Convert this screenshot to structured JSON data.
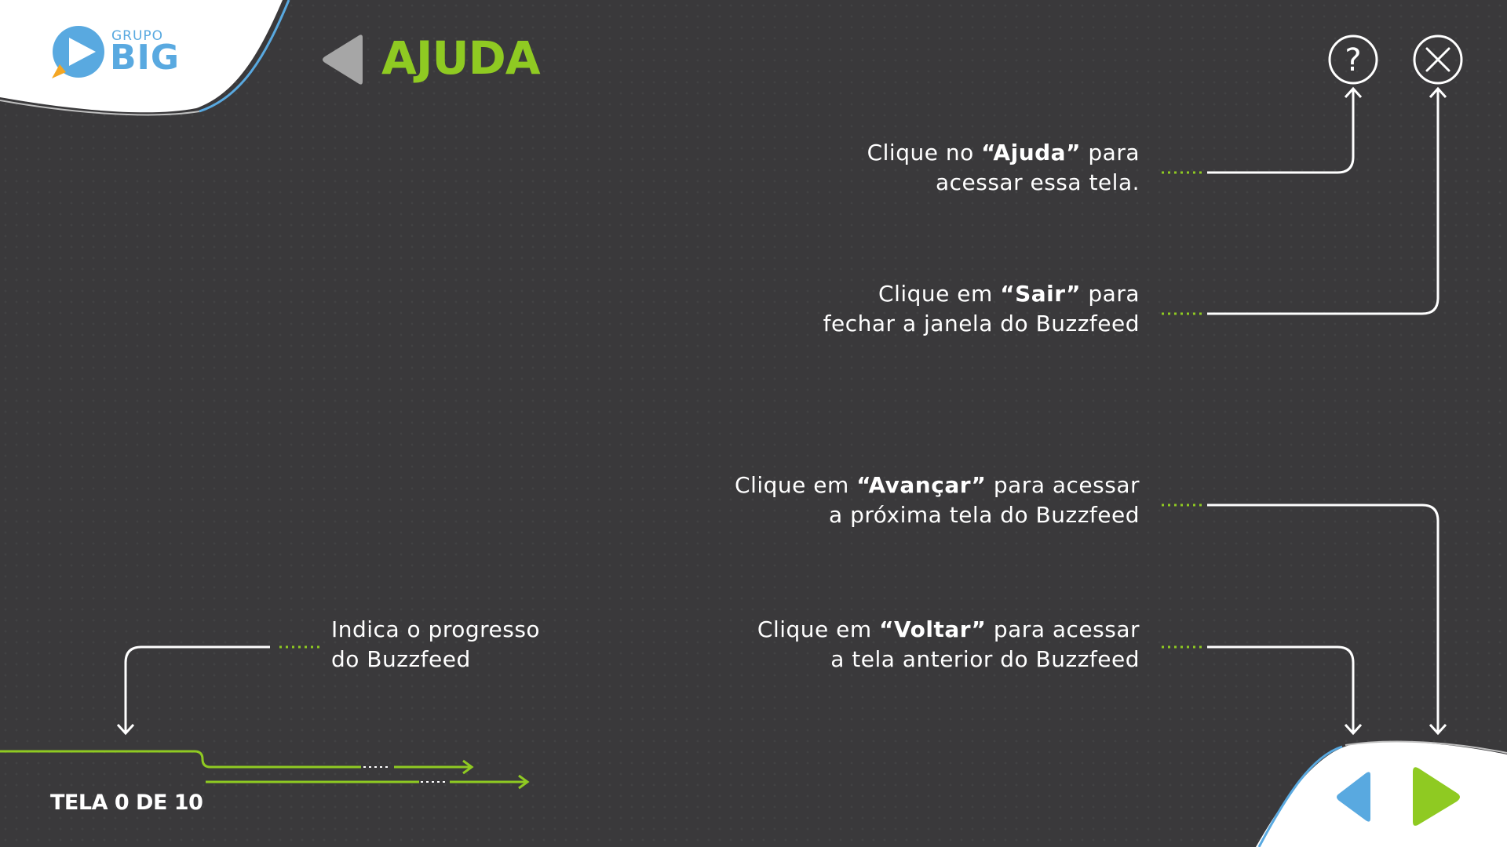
{
  "header": {
    "title": "AJUDA",
    "logo": {
      "top_text": "GRUPO",
      "main_text": "BIG"
    }
  },
  "toolbar": {
    "help_icon": "question-circle-icon",
    "close_icon": "close-circle-icon"
  },
  "callouts": {
    "help": {
      "line1_pre": "Clique no ",
      "line1_bold": "“Ajuda”",
      "line1_post": " para",
      "line2": "acessar essa tela."
    },
    "exit": {
      "line1_pre": "Clique em ",
      "line1_bold": "“Sair”",
      "line1_post": " para",
      "line2": "fechar a janela do Buzzfeed"
    },
    "next": {
      "line1_pre": "Clique em ",
      "line1_bold": "“Avançar”",
      "line1_post": " para acessar",
      "line2": "a próxima tela do Buzzfeed"
    },
    "back": {
      "line1_pre": "Clique em ",
      "line1_bold": "“Voltar”",
      "line1_post": " para acessar",
      "line2": "a tela anterior do Buzzfeed"
    },
    "progress": {
      "line1": "Indica o progresso",
      "line2": "do Buzzfeed"
    }
  },
  "footer": {
    "progress_label": "TELA 0 DE 10",
    "back_icon": "triangle-left-icon",
    "next_icon": "triangle-right-icon"
  },
  "colors": {
    "background": "#3a393b",
    "accent_green": "#8fca22",
    "accent_blue": "#59a9e0",
    "grey_arrow": "#a6a6a6",
    "white": "#ffffff"
  }
}
